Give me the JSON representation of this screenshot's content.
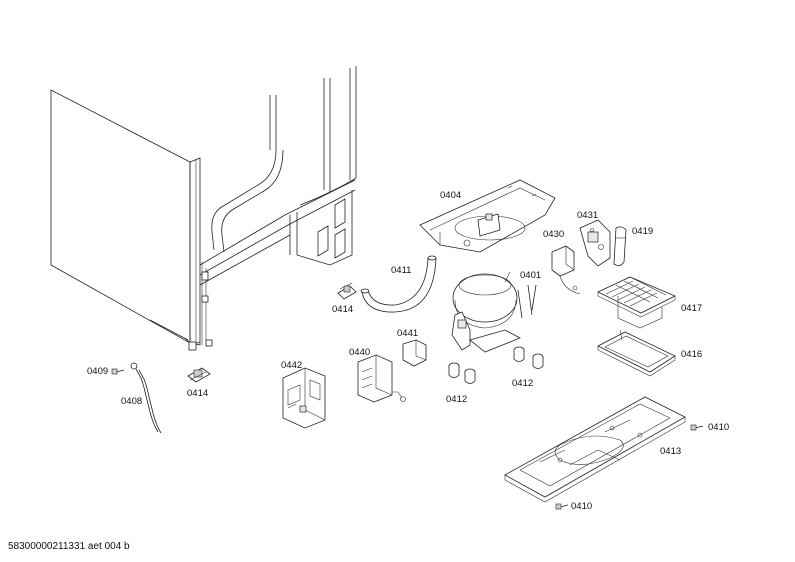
{
  "document_id": "58300000211331 aet 004 b",
  "part_labels": {
    "p0404": "0404",
    "p0431": "0431",
    "p0430": "0430",
    "p0419": "0419",
    "p0411": "0411",
    "p0401": "0401",
    "p0414a": "0414",
    "p0417": "0417",
    "p0441": "0441",
    "p0416": "0416",
    "p0440": "0440",
    "p0442": "0442",
    "p0409": "0409",
    "p0414b": "0414",
    "p0412a": "0412",
    "p0412b": "0412",
    "p0408": "0408",
    "p0410a": "0410",
    "p0413": "0413",
    "p0410b": "0410"
  }
}
